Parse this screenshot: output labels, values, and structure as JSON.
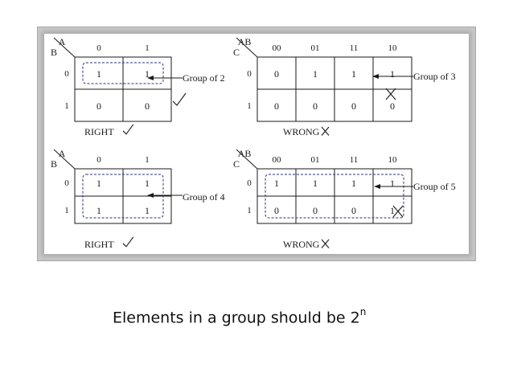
{
  "maps": [
    {
      "id": "map1",
      "corner_top": "A",
      "corner_left": "B",
      "col_headers": [
        "0",
        "1"
      ],
      "row_headers": [
        "0",
        "1"
      ],
      "cells": [
        [
          "1",
          "1"
        ],
        [
          "0",
          "0"
        ]
      ],
      "group_label": "Group of 2",
      "verdict": "RIGHT",
      "verdict_symbol": "check",
      "side_mark": "check"
    },
    {
      "id": "map2",
      "corner_top": "AB",
      "corner_left": "C",
      "col_headers": [
        "00",
        "01",
        "11",
        "10"
      ],
      "row_headers": [
        "0",
        "1"
      ],
      "cells": [
        [
          "0",
          "1",
          "1",
          "1"
        ],
        [
          "0",
          "0",
          "0",
          "0"
        ]
      ],
      "group_label": "Group of 3",
      "verdict": "WRONG",
      "verdict_symbol": "cross",
      "side_mark": "cross"
    },
    {
      "id": "map3",
      "corner_top": "A",
      "corner_left": "B",
      "col_headers": [
        "0",
        "1"
      ],
      "row_headers": [
        "0",
        "1"
      ],
      "cells": [
        [
          "1",
          "1"
        ],
        [
          "1",
          "1"
        ]
      ],
      "group_label": "Group of 4",
      "verdict": "RIGHT",
      "verdict_symbol": "check",
      "side_mark": ""
    },
    {
      "id": "map4",
      "corner_top": "AB",
      "corner_left": "C",
      "col_headers": [
        "00",
        "01",
        "11",
        "10"
      ],
      "row_headers": [
        "0",
        "1"
      ],
      "cells": [
        [
          "1",
          "1",
          "1",
          "1"
        ],
        [
          "0",
          "0",
          "0",
          "1"
        ]
      ],
      "group_label": "Group of 5",
      "verdict": "WRONG",
      "verdict_symbol": "cross",
      "side_mark": "cross"
    }
  ],
  "caption": {
    "text": "Elements in a group should be 2",
    "superscript": "n"
  },
  "colors": {
    "group_outline": "#2b2f8a",
    "frame": "#c9c9c9",
    "ink": "#1a1a1a"
  }
}
